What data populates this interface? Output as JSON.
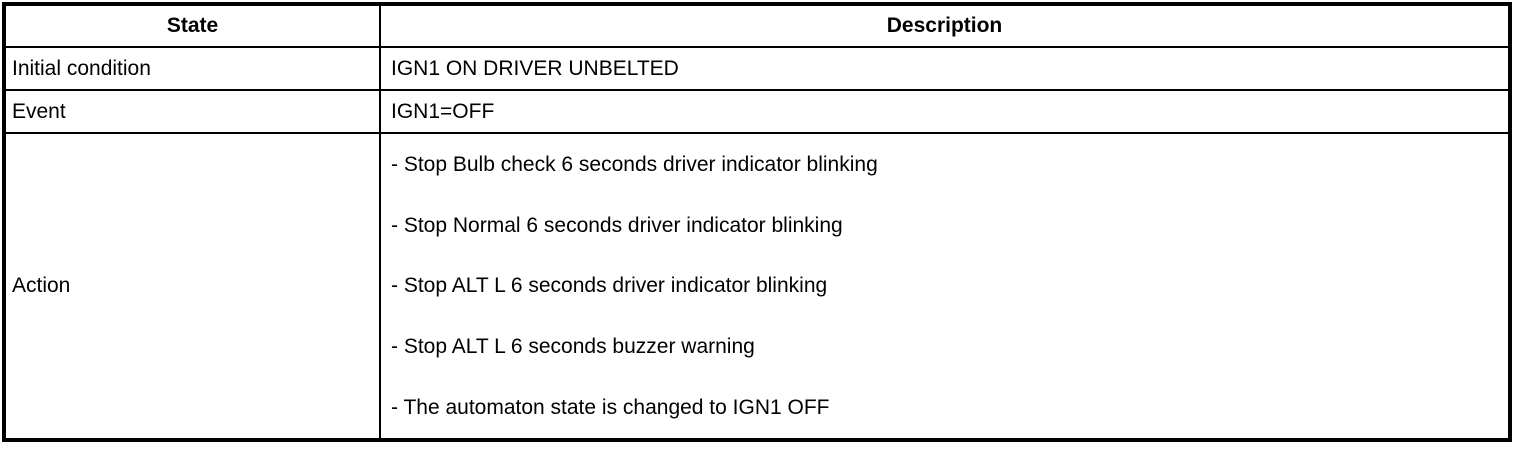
{
  "table": {
    "columns": [
      {
        "label": "State"
      },
      {
        "label": "Description"
      }
    ],
    "rows": [
      {
        "label": "Initial condition",
        "value": "IGN1 ON DRIVER UNBELTED"
      },
      {
        "label": "Event",
        "value": "IGN1=OFF"
      },
      {
        "label": "Action",
        "items": [
          "- Stop Bulb check 6 seconds driver indicator blinking",
          "- Stop Normal 6 seconds driver indicator blinking",
          "- Stop ALT L 6 seconds driver indicator blinking",
          "- Stop ALT L 6 seconds buzzer warning",
          "- The automaton state is changed to IGN1 OFF"
        ]
      }
    ],
    "colors": {
      "border": "#000000",
      "text": "#000000",
      "background": "#ffffff"
    }
  }
}
